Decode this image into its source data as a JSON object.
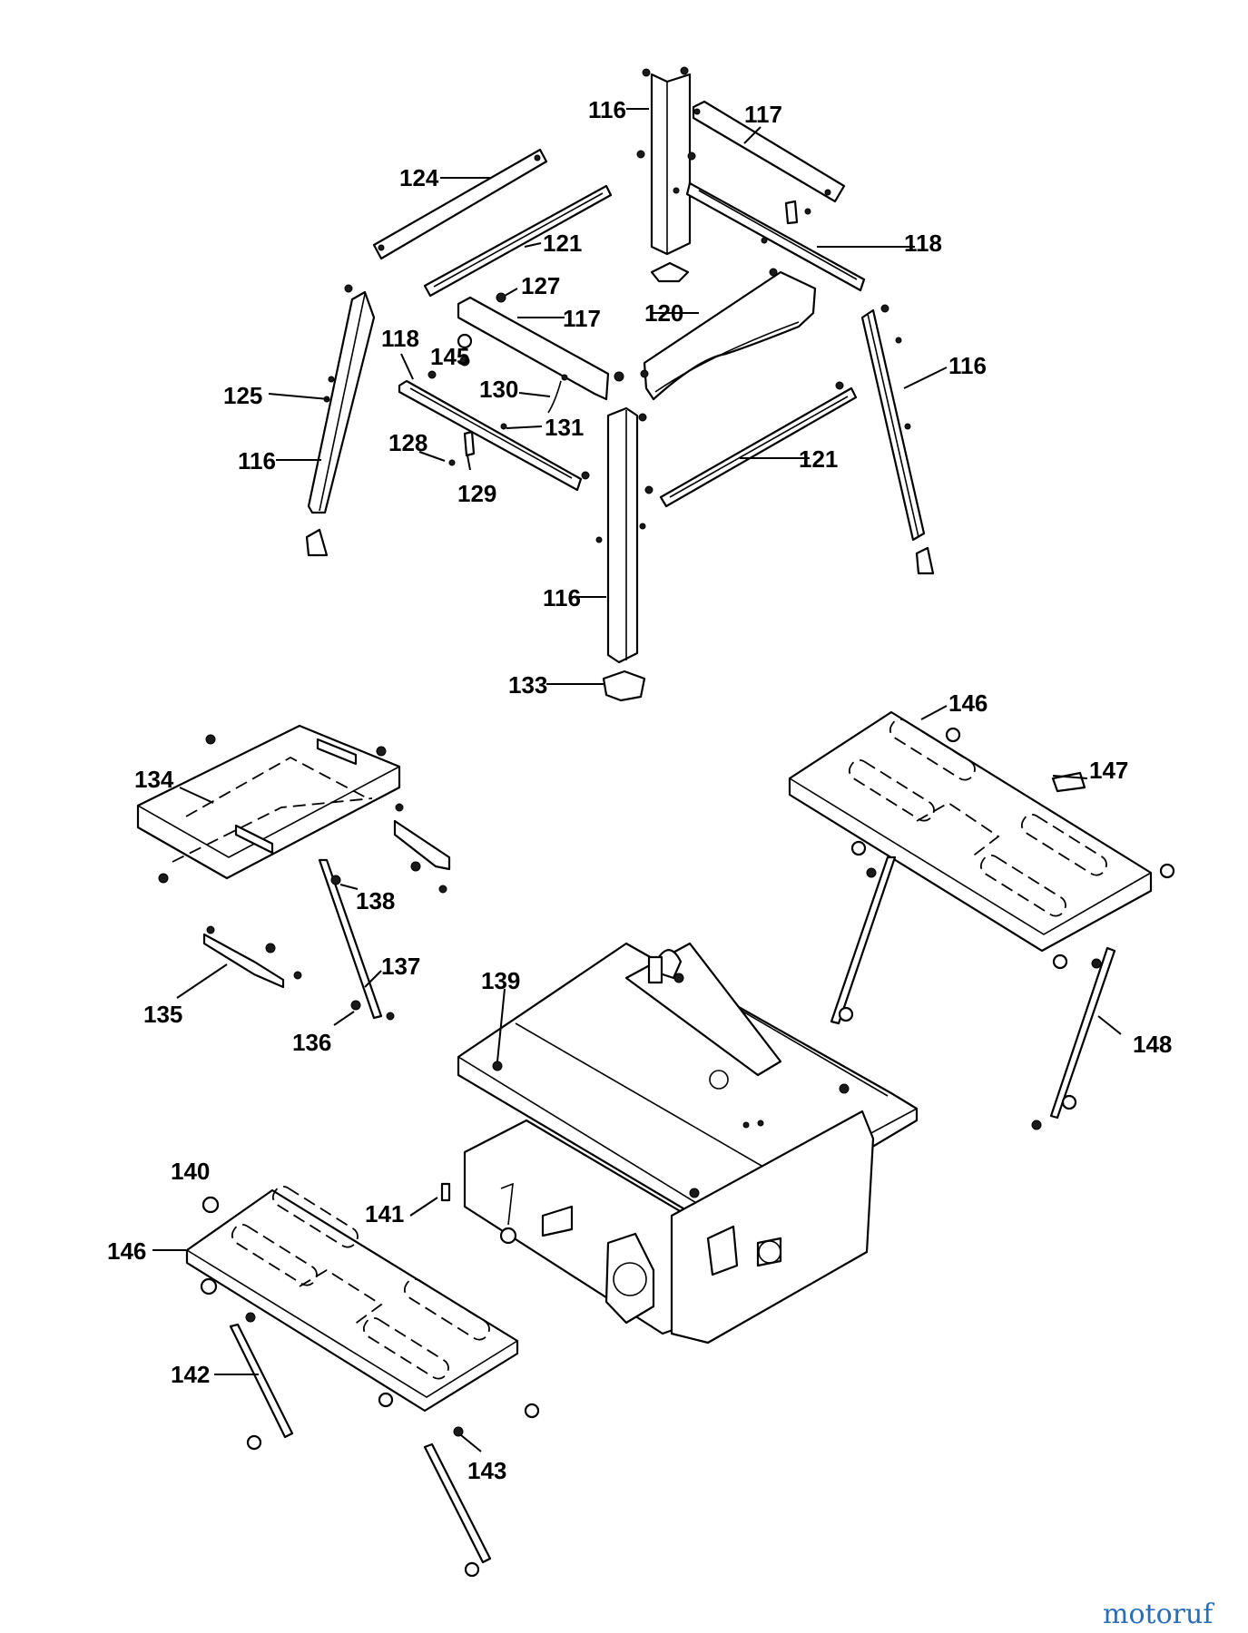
{
  "labels": {
    "l116a": "116",
    "l117a": "117",
    "l124": "124",
    "l121a": "121",
    "l118a": "118",
    "l127": "127",
    "l117b": "117",
    "l120": "120",
    "l118b": "118",
    "l145": "145",
    "l116b": "116",
    "l125": "125",
    "l130": "130",
    "l131": "131",
    "l116c": "116",
    "l128": "128",
    "l129": "129",
    "l121b": "121",
    "l116d": "116",
    "l133": "133",
    "l146a": "146",
    "l134": "134",
    "l147": "147",
    "l138": "138",
    "l137": "137",
    "l135": "135",
    "l136": "136",
    "l139": "139",
    "l148": "148",
    "l140": "140",
    "l141": "141",
    "l146b": "146",
    "l142": "142",
    "l143": "143"
  },
  "watermark": "motoruf"
}
